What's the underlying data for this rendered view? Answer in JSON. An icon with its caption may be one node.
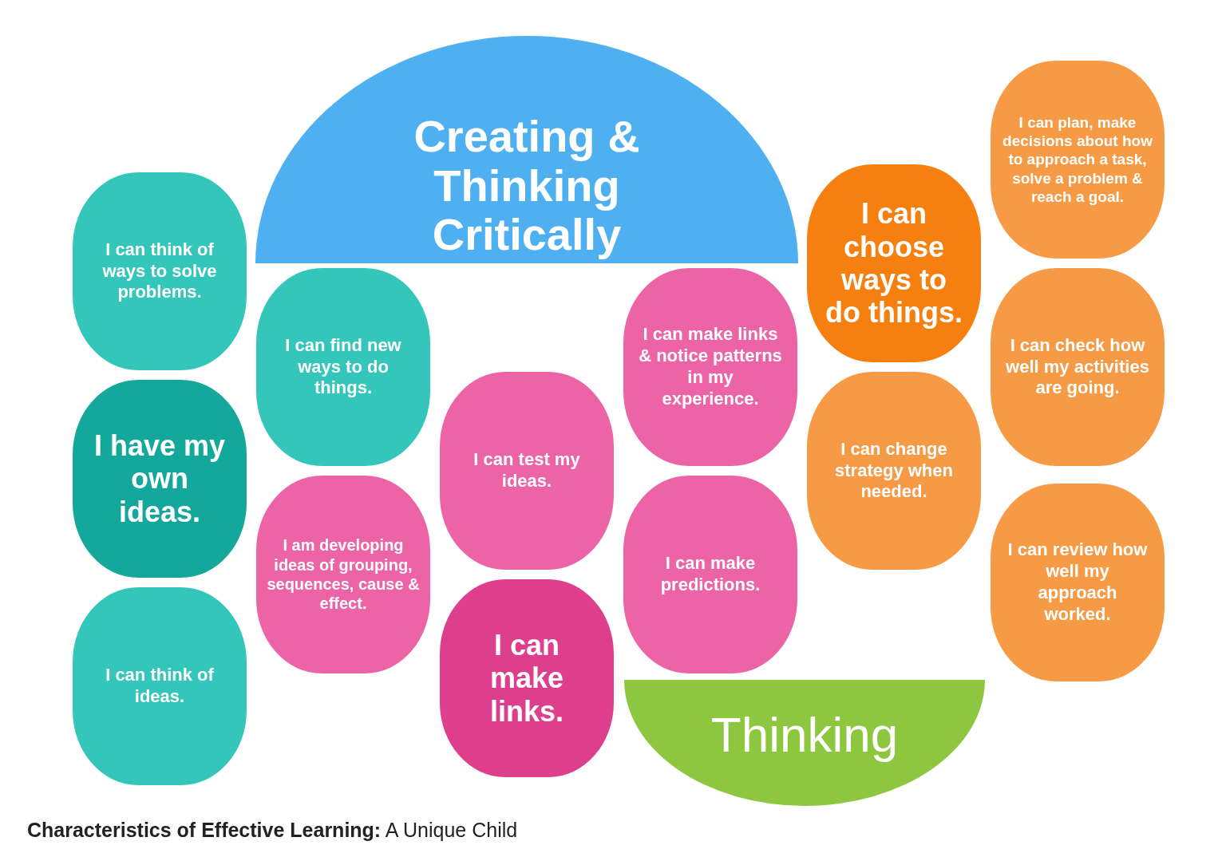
{
  "diagram": {
    "caption": "**Characteristics of Effective Learning:** A Unique Child",
    "nodes": [
      {
        "text": [
          "Creating & Thinking Critically"
        ]
      },
      {
        "text": [
          "Thinking"
        ]
      },
      {
        "text": [
          "I can think of ways to solve problems."
        ]
      },
      {
        "text": [
          "I can find new ways to do things."
        ]
      },
      {
        "text": [
          "I have my own ideas."
        ]
      },
      {
        "text": [
          "I can think of ideas."
        ]
      },
      {
        "text": [
          "I can make links & notice patterns in my experience."
        ]
      },
      {
        "text": [
          "I can test my ideas."
        ]
      },
      {
        "text": [
          "I am developing ideas of grouping, sequences, cause & effect."
        ]
      },
      {
        "text": [
          "I can make predictions."
        ]
      },
      {
        "text": [
          "I can make links."
        ]
      },
      {
        "text": [
          "I can choose ways to do things."
        ]
      },
      {
        "text": [
          "I can plan, make decisions about how to approach a task, solve a problem & reach a goal."
        ]
      },
      {
        "text": [
          "I can check how well my activities are going."
        ]
      },
      {
        "text": [
          "I can change strategy when needed."
        ]
      },
      {
        "text": [
          "I can review how well my approach worked."
        ]
      }
    ]
  }
}
